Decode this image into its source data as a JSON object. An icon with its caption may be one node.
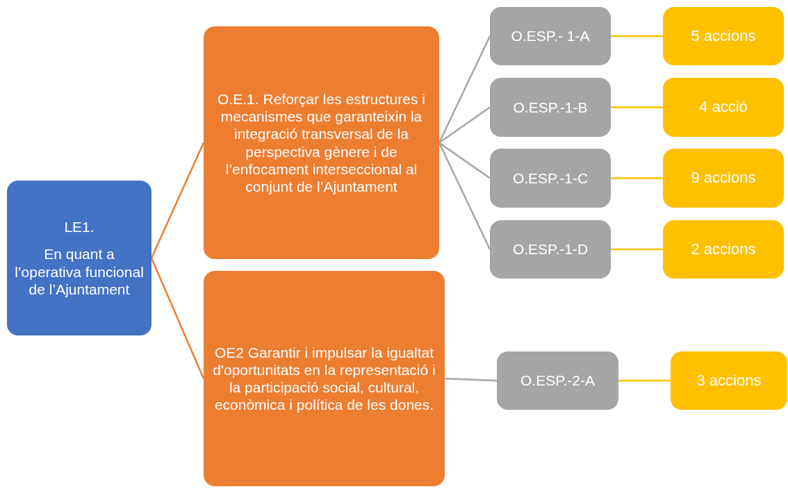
{
  "diagram": {
    "nodes": [
      {
        "text": [
          "LE1.",
          "En quant a l’operativa funcional de l’Ajuntament"
        ]
      },
      {
        "text": [
          "O.E.1. Reforçar les estructures i mecanismes que garanteixin la integració transversal de la perspectiva gènere i de l’enfocament interseccional al conjunt de l’Ajuntament"
        ]
      },
      {
        "text": [
          "O.ESP.- 1-A"
        ]
      },
      {
        "text": [
          "5 accions"
        ]
      },
      {
        "text": [
          "O.ESP.-1-B"
        ]
      },
      {
        "text": [
          "4 acció"
        ]
      },
      {
        "text": [
          "O.ESP.-1-C"
        ]
      },
      {
        "text": [
          "9 accions"
        ]
      },
      {
        "text": [
          "O.ESP.-1-D"
        ]
      },
      {
        "text": [
          "2 accions"
        ]
      },
      {
        "text": [
          "OE2 Garantir i impulsar la igualtat d'oportunitats en la representació i la participació social, cultural, econòmica i política de les dones."
        ]
      },
      {
        "text": [
          "O.ESP.-2-A"
        ]
      },
      {
        "text": [
          "3 accions"
        ]
      }
    ],
    "edges": [
      {
        "from": 0,
        "to": 1,
        "arrow": "none",
        "color": "#ed7d31"
      },
      {
        "from": 0,
        "to": 10,
        "arrow": "none",
        "color": "#ed7d31"
      },
      {
        "from": 1,
        "to": 2,
        "arrow": "none",
        "color": "#a5a5a5"
      },
      {
        "from": 1,
        "to": 4,
        "arrow": "none",
        "color": "#a5a5a5"
      },
      {
        "from": 1,
        "to": 6,
        "arrow": "none",
        "color": "#a5a5a5"
      },
      {
        "from": 1,
        "to": 8,
        "arrow": "none",
        "color": "#a5a5a5"
      },
      {
        "from": 2,
        "to": 3,
        "arrow": "none",
        "color": "#ffc000"
      },
      {
        "from": 4,
        "to": 5,
        "arrow": "none",
        "color": "#ffc000"
      },
      {
        "from": 6,
        "to": 7,
        "arrow": "none",
        "color": "#ffc000"
      },
      {
        "from": 8,
        "to": 9,
        "arrow": "none",
        "color": "#ffc000"
      },
      {
        "from": 10,
        "to": 11,
        "arrow": "none",
        "color": "#a5a5a5"
      },
      {
        "from": 11,
        "to": 12,
        "arrow": "none",
        "color": "#ffc000"
      }
    ]
  }
}
